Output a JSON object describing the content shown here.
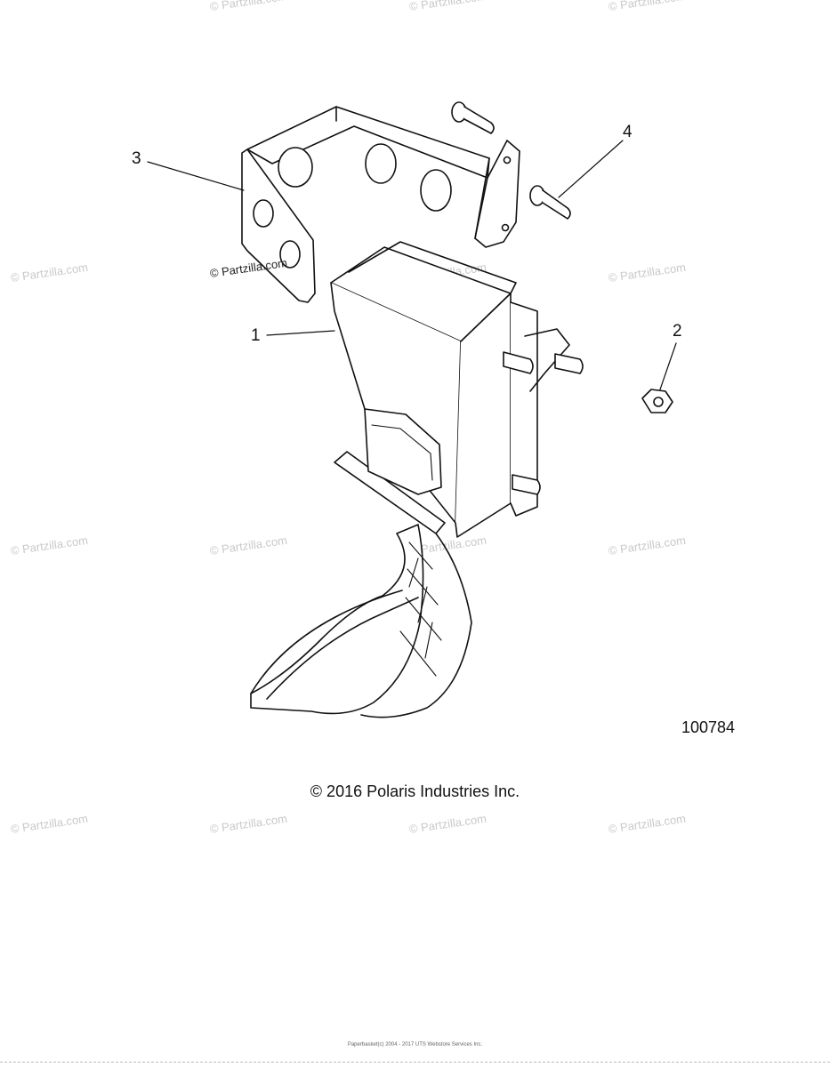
{
  "watermark": {
    "text": "© Partzilla.com"
  },
  "diagram": {
    "callouts": {
      "c1": "1",
      "c2": "2",
      "c3": "3",
      "c4": "4"
    },
    "inline_credit": "© Partzilla.com",
    "figure_number": "100784",
    "copyright": "© 2016 Polaris Industries Inc.",
    "footer_small": "Paperbasket(c) 2004 - 2017 UTS Webstore Services Inc."
  }
}
